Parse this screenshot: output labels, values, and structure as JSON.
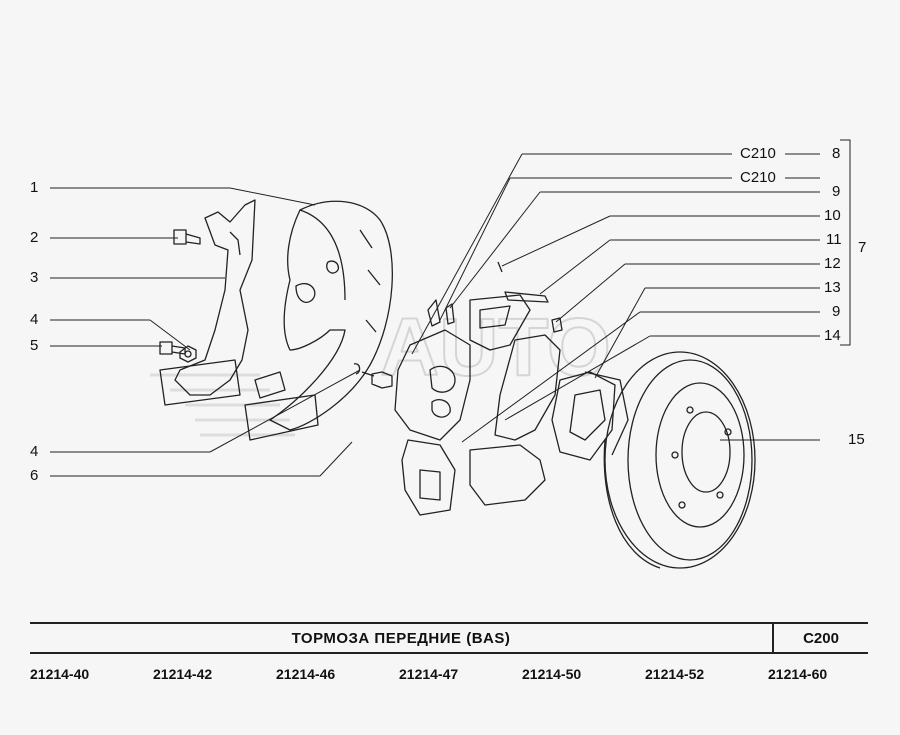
{
  "diagram": {
    "callouts_left": [
      "1",
      "2",
      "3",
      "4",
      "5",
      "4",
      "6"
    ],
    "callouts_right": [
      "8",
      "9",
      "10",
      "11",
      "12",
      "13",
      "9",
      "14",
      "15"
    ],
    "bracket_label": "7",
    "refs": [
      "C210",
      "C210"
    ],
    "watermark": "AUTO"
  },
  "title_block": {
    "title": "ТОРМОЗА  ПЕРЕДНИЕ  (BAS)",
    "code": "C200"
  },
  "models": [
    "21214-40",
    "21214-42",
    "21214-46",
    "21214-47",
    "21214-50",
    "21214-52",
    "21214-60"
  ]
}
